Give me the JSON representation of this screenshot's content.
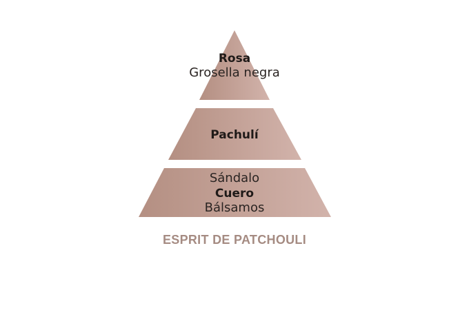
{
  "colors": {
    "tier_dark": "#b48f82",
    "tier_light": "#d2b3ab",
    "text": "#1f1a18",
    "title": "#a58b82",
    "background": "#ffffff"
  },
  "pyramid": {
    "top": {
      "primary": "Rosa",
      "secondary": "Grosella negra"
    },
    "middle": {
      "primary": "Pachulí"
    },
    "base": {
      "note_1": "Sándalo",
      "primary": "Cuero",
      "note_3": "Bálsamos"
    }
  },
  "title": "ESPRIT DE PATCHOULI"
}
